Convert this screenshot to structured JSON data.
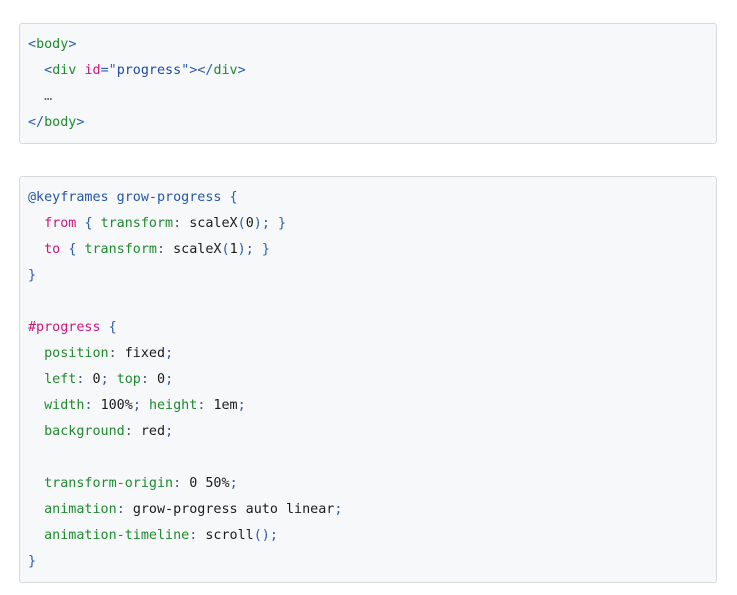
{
  "blocks": [
    {
      "id": "html-snippet",
      "language": "html",
      "lines": [
        [
          [
            "punct",
            "<"
          ],
          [
            "tag",
            "body"
          ],
          [
            "punct",
            ">"
          ]
        ],
        [
          [
            "plain",
            "  "
          ],
          [
            "punct",
            "<"
          ],
          [
            "tag",
            "div"
          ],
          [
            "plain",
            " "
          ],
          [
            "attr",
            "id"
          ],
          [
            "punct",
            "=\""
          ],
          [
            "str",
            "progress"
          ],
          [
            "punct",
            "\">"
          ],
          [
            "punct",
            "</"
          ],
          [
            "tag",
            "div"
          ],
          [
            "punct",
            ">"
          ]
        ],
        [
          [
            "plain",
            "  "
          ],
          [
            "ellipsis",
            "…"
          ]
        ],
        [
          [
            "punct",
            "</"
          ],
          [
            "tag",
            "body"
          ],
          [
            "punct",
            ">"
          ]
        ]
      ]
    },
    {
      "id": "css-snippet",
      "language": "css",
      "lines": [
        [
          [
            "atrule",
            "@keyframes grow-progress"
          ],
          [
            "plain",
            " "
          ],
          [
            "punct",
            "{"
          ]
        ],
        [
          [
            "plain",
            "  "
          ],
          [
            "selector",
            "from"
          ],
          [
            "plain",
            " "
          ],
          [
            "punct",
            "{"
          ],
          [
            "plain",
            " "
          ],
          [
            "prop",
            "transform"
          ],
          [
            "colon",
            ":"
          ],
          [
            "plain",
            " "
          ],
          [
            "value",
            "scaleX"
          ],
          [
            "punct",
            "("
          ],
          [
            "value",
            "0"
          ],
          [
            "punct",
            ")"
          ],
          [
            "punct",
            ";"
          ],
          [
            "plain",
            " "
          ],
          [
            "punct",
            "}"
          ]
        ],
        [
          [
            "plain",
            "  "
          ],
          [
            "selector",
            "to"
          ],
          [
            "plain",
            " "
          ],
          [
            "punct",
            "{"
          ],
          [
            "plain",
            " "
          ],
          [
            "prop",
            "transform"
          ],
          [
            "colon",
            ":"
          ],
          [
            "plain",
            " "
          ],
          [
            "value",
            "scaleX"
          ],
          [
            "punct",
            "("
          ],
          [
            "value",
            "1"
          ],
          [
            "punct",
            ")"
          ],
          [
            "punct",
            ";"
          ],
          [
            "plain",
            " "
          ],
          [
            "punct",
            "}"
          ]
        ],
        [
          [
            "punct",
            "}"
          ]
        ],
        [],
        [
          [
            "selector",
            "#progress"
          ],
          [
            "plain",
            " "
          ],
          [
            "punct",
            "{"
          ]
        ],
        [
          [
            "plain",
            "  "
          ],
          [
            "prop",
            "position"
          ],
          [
            "colon",
            ":"
          ],
          [
            "plain",
            " "
          ],
          [
            "value",
            "fixed"
          ],
          [
            "punct",
            ";"
          ]
        ],
        [
          [
            "plain",
            "  "
          ],
          [
            "prop",
            "left"
          ],
          [
            "colon",
            ":"
          ],
          [
            "plain",
            " "
          ],
          [
            "value",
            "0"
          ],
          [
            "punct",
            ";"
          ],
          [
            "plain",
            " "
          ],
          [
            "prop",
            "top"
          ],
          [
            "colon",
            ":"
          ],
          [
            "plain",
            " "
          ],
          [
            "value",
            "0"
          ],
          [
            "punct",
            ";"
          ]
        ],
        [
          [
            "plain",
            "  "
          ],
          [
            "prop",
            "width"
          ],
          [
            "colon",
            ":"
          ],
          [
            "plain",
            " "
          ],
          [
            "value",
            "100%"
          ],
          [
            "punct",
            ";"
          ],
          [
            "plain",
            " "
          ],
          [
            "prop",
            "height"
          ],
          [
            "colon",
            ":"
          ],
          [
            "plain",
            " "
          ],
          [
            "value",
            "1em"
          ],
          [
            "punct",
            ";"
          ]
        ],
        [
          [
            "plain",
            "  "
          ],
          [
            "prop",
            "background"
          ],
          [
            "colon",
            ":"
          ],
          [
            "plain",
            " "
          ],
          [
            "value",
            "red"
          ],
          [
            "punct",
            ";"
          ]
        ],
        [],
        [
          [
            "plain",
            "  "
          ],
          [
            "prop",
            "transform-origin"
          ],
          [
            "colon",
            ":"
          ],
          [
            "plain",
            " "
          ],
          [
            "value",
            "0 50%"
          ],
          [
            "punct",
            ";"
          ]
        ],
        [
          [
            "plain",
            "  "
          ],
          [
            "prop",
            "animation"
          ],
          [
            "colon",
            ":"
          ],
          [
            "plain",
            " "
          ],
          [
            "value",
            "grow-progress auto linear"
          ],
          [
            "punct",
            ";"
          ]
        ],
        [
          [
            "plain",
            "  "
          ],
          [
            "prop",
            "animation-timeline"
          ],
          [
            "colon",
            ":"
          ],
          [
            "plain",
            " "
          ],
          [
            "value",
            "scroll"
          ],
          [
            "punct",
            "()"
          ],
          [
            "punct",
            ";"
          ]
        ],
        [
          [
            "punct",
            "}"
          ]
        ]
      ]
    }
  ],
  "colors": {
    "block_background": "#f6f8fa",
    "block_border": "#d6d9dd",
    "punct": "#2d5cad",
    "tag": "#1f8a2e",
    "attr": "#d1157f",
    "string": "#1e4aa0",
    "atrule": "#2556a8",
    "selector": "#d1157f",
    "property": "#1f8a2e",
    "value": "#1b1b1b"
  }
}
